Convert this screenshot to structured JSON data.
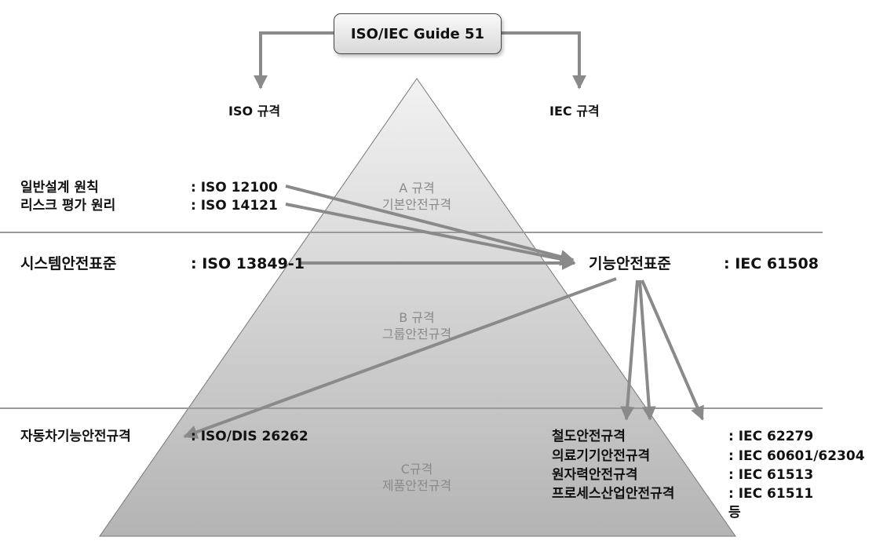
{
  "guide": "ISO/IEC Guide 51",
  "iso_header": "ISO 규격",
  "iec_header": "IEC 규격",
  "tiers": {
    "a": {
      "label": "A 규격",
      "sub": "기본안전규격"
    },
    "b": {
      "label": "B 규격",
      "sub": "그룹안전규격"
    },
    "c": {
      "label": "C규격",
      "sub": "제품안전규격"
    }
  },
  "left": [
    {
      "name": "일반설계 원칙",
      "code": ": ISO 12100"
    },
    {
      "name": "리스크 평가 원리",
      "code": ": ISO 14121"
    },
    {
      "name": "시스템안전표준",
      "code": ": ISO 13849-1"
    },
    {
      "name": "자동차기능안전규격",
      "code": ": ISO/DIS 26262"
    }
  ],
  "functional": {
    "name": "기능안전표준",
    "code": ": IEC 61508"
  },
  "sectors": [
    {
      "name": "철도안전규격",
      "code": ": IEC 62279"
    },
    {
      "name": "의료기기안전규격",
      "code": ": IEC 60601/62304"
    },
    {
      "name": "원자력안전규격",
      "code": ": IEC 61513"
    },
    {
      "name": "프로세스산업안전규격",
      "code": ": IEC 61511"
    }
  ],
  "etc": "등",
  "colors": {
    "arrow": "#8a8a8a",
    "divider": "#9a9a9a",
    "pyramid_top": "#f2f2f2",
    "pyramid_bottom": "#b4b4b4"
  }
}
